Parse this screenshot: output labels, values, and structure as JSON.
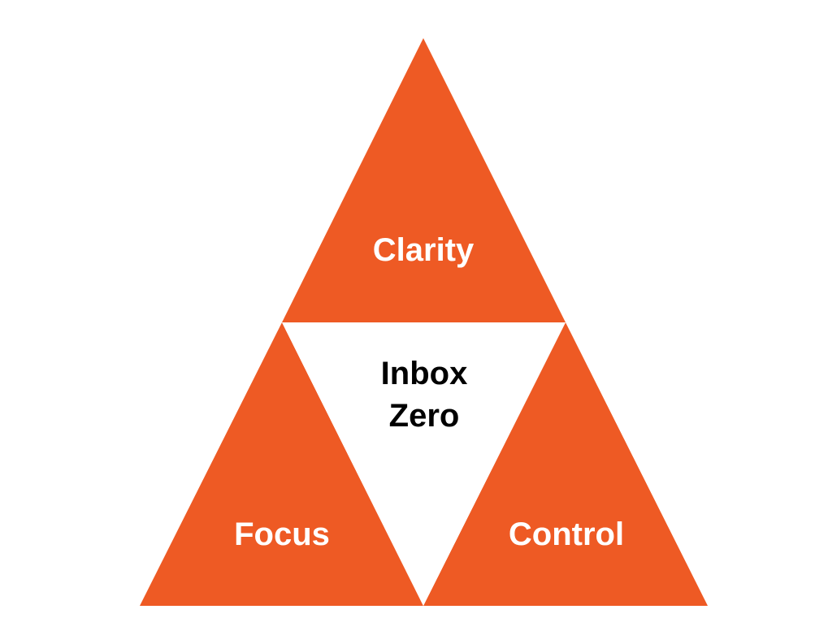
{
  "diagram": {
    "colors": {
      "triangle_fill": "#ee5a24",
      "center_fill": "#ffffff",
      "outer_label": "#ffffff",
      "center_label": "#000000"
    },
    "top_triangle": {
      "label": "Clarity"
    },
    "left_triangle": {
      "label": "Focus"
    },
    "right_triangle": {
      "label": "Control"
    },
    "center_triangle": {
      "line1": "Inbox",
      "line2": "Zero"
    }
  }
}
